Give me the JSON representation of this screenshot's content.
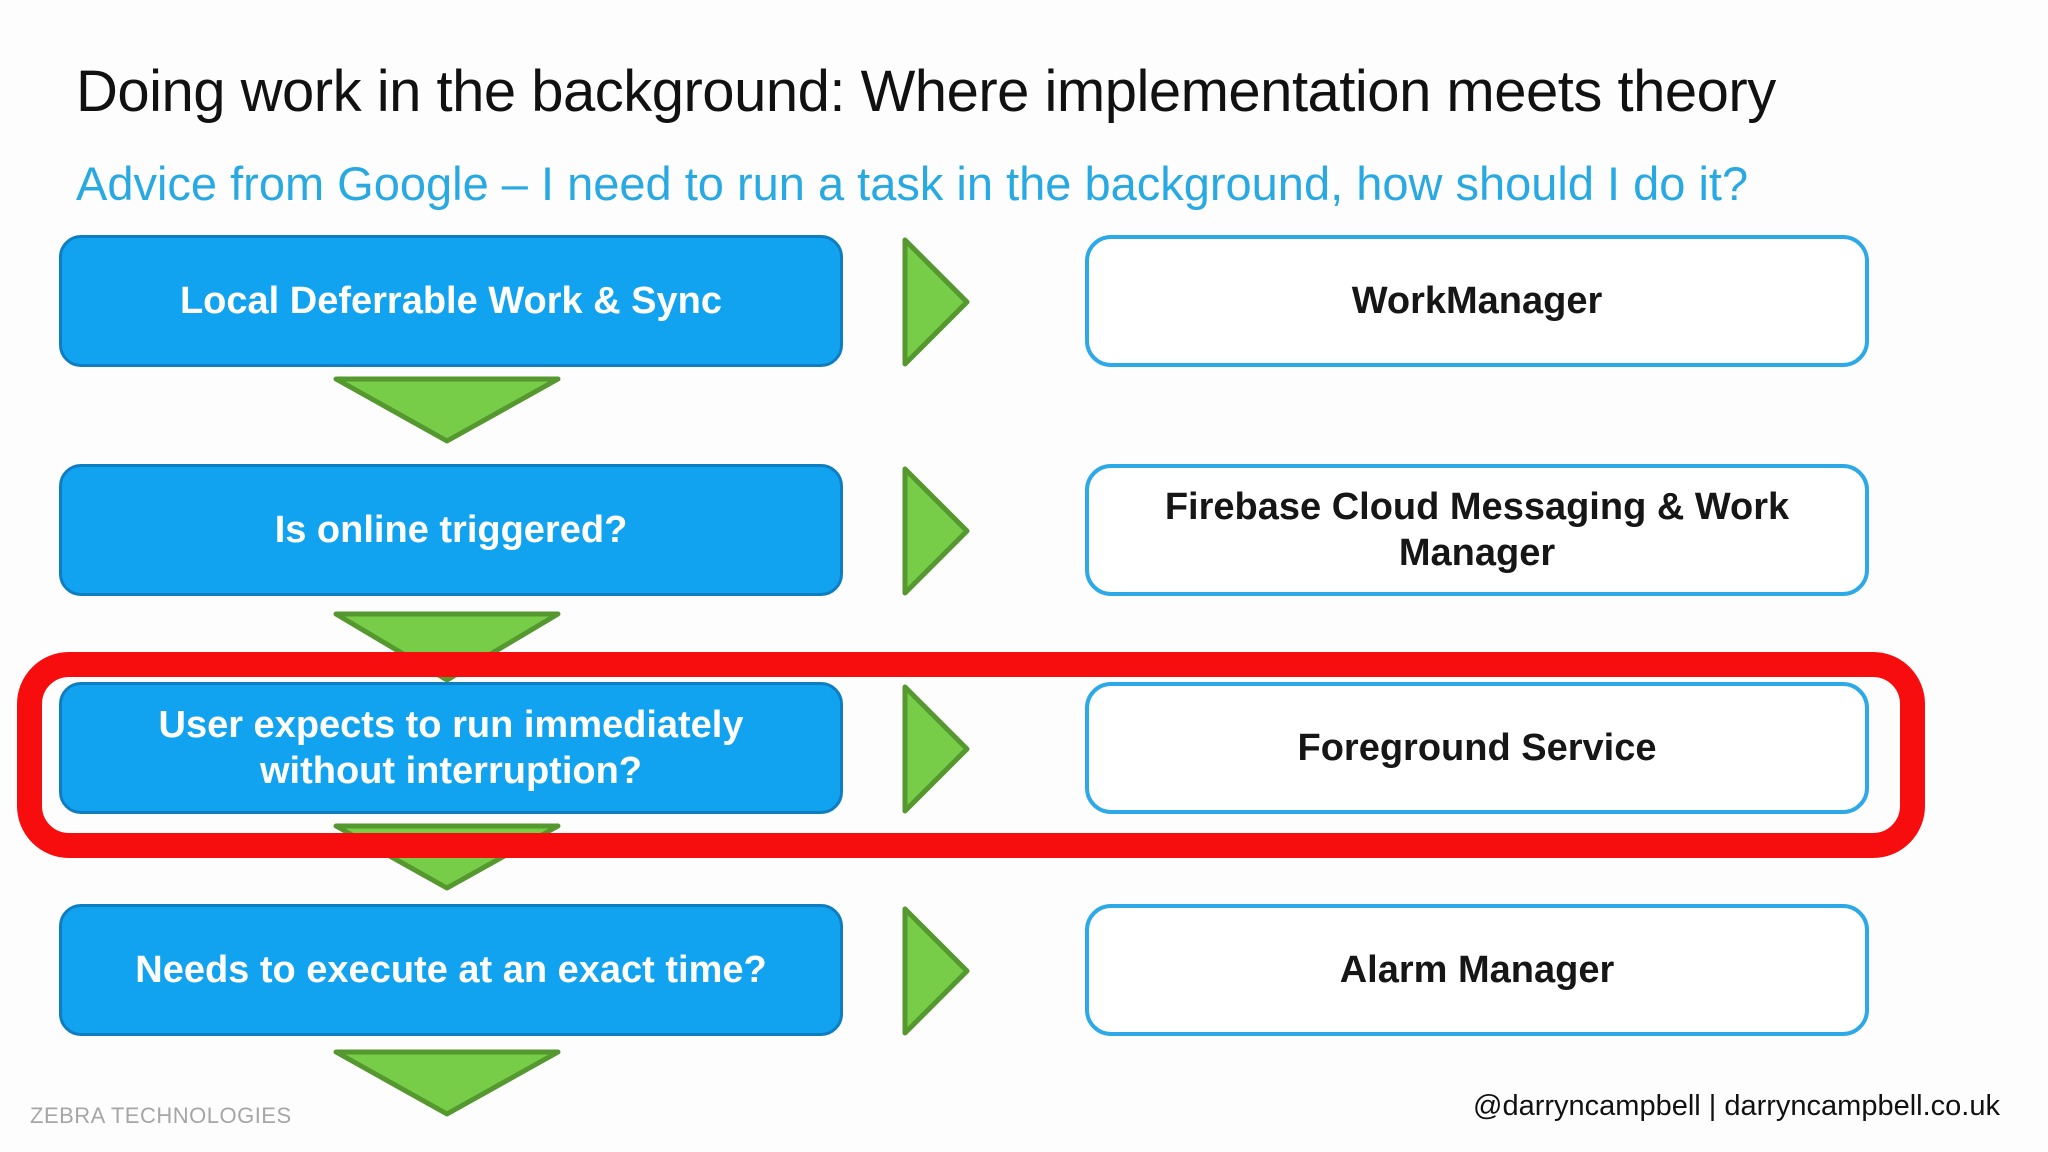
{
  "header": {
    "title": "Doing work in the background: Where implementation meets theory",
    "subtitle": "Advice from Google – I need to run a task in the background, how should I do it?"
  },
  "rows": [
    {
      "left_label": "Local Deferrable Work & Sync",
      "right_label": "WorkManager",
      "highlighted": false
    },
    {
      "left_label": "Is online triggered?",
      "right_label": "Firebase Cloud Messaging & Work Manager",
      "highlighted": false
    },
    {
      "left_label": "User expects to run immediately without interruption?",
      "right_label": "Foreground Service",
      "highlighted": true
    },
    {
      "left_label": "Needs to execute at an exact time?",
      "right_label": "Alarm Manager",
      "highlighted": false
    }
  ],
  "footer": {
    "left": "ZEBRA TECHNOLOGIES",
    "right": "@darryncampbell | darryncampbell.co.uk"
  },
  "colors": {
    "question_fill": "#12A3F0",
    "question_border": "#0E7EC0",
    "answer_border": "#2CA9E6",
    "arrow_fill": "#77CC48",
    "arrow_border": "#55982F",
    "highlight_red": "#F70D0D",
    "subtitle_blue": "#29A9E1",
    "footer_gray": "#A6A6A6"
  }
}
